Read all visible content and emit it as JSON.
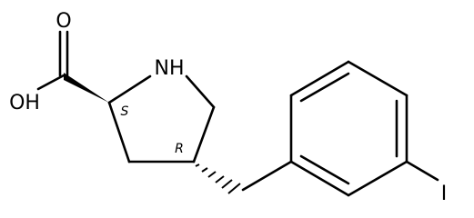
{
  "molecule": {
    "atoms": {
      "oxygen_carbonyl": "O",
      "hydroxyl": "OH",
      "amine": "NH",
      "iodine": "I"
    },
    "stereo": {
      "alpha_carbon": "S",
      "ring_carbon": "R"
    }
  }
}
